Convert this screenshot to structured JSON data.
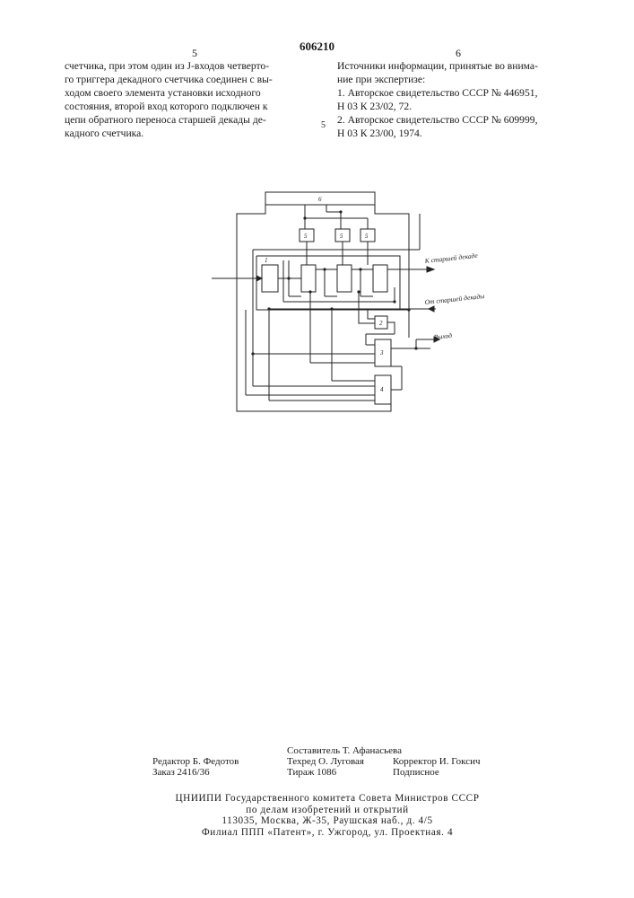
{
  "header": {
    "left_column_number": "5",
    "patent_number": "606210",
    "right_column_number": "6"
  },
  "left_column": {
    "lines": [
      "счетчика, при этом один из J-входов четверто-",
      "го триггера декадного счетчика соединен с вы-",
      "ходом своего элемента установки исходного",
      "состояния, второй вход которого подключен к",
      "цепи обратного переноса старшей декады де-",
      "кадного счетчика."
    ]
  },
  "line_marker": "5",
  "right_column": {
    "lines": [
      "Источники информации, принятые во внима-",
      "ние при экспертизе:",
      "1. Авторское свидетельство СССР № 446951,",
      "Н 03 К 23/02, 72.",
      "2. Авторское свидетельство СССР № 609999,",
      "Н 03 К 23/00,  1974."
    ]
  },
  "diagram": {
    "block_labels": [
      "6",
      "5",
      "5",
      "5",
      "1",
      "2",
      "3",
      "4"
    ],
    "labels": {
      "to_higher": "К старшей декаде",
      "from_higher": "От старшей декады",
      "output": "Выход"
    }
  },
  "imprint": {
    "compiler": "Составитель Т. Афанасьева",
    "editor": "Редактор Б. Федотов",
    "tech_editor": "Техред О. Луговая",
    "corrector": "Корректор И. Гоксич",
    "order": "Заказ 2416/36",
    "circulation": "Тираж 1086",
    "subscription": "Подписное"
  },
  "publisher": {
    "lines": [
      "ЦНИИПИ Государственного комитета Совета Министров СССР",
      "по делам изобретений и открытий",
      "113035, Москва, Ж-35, Раушская наб., д. 4/5",
      "Филиал ППП «Патент», г. Ужгород, ул. Проектная. 4"
    ]
  }
}
